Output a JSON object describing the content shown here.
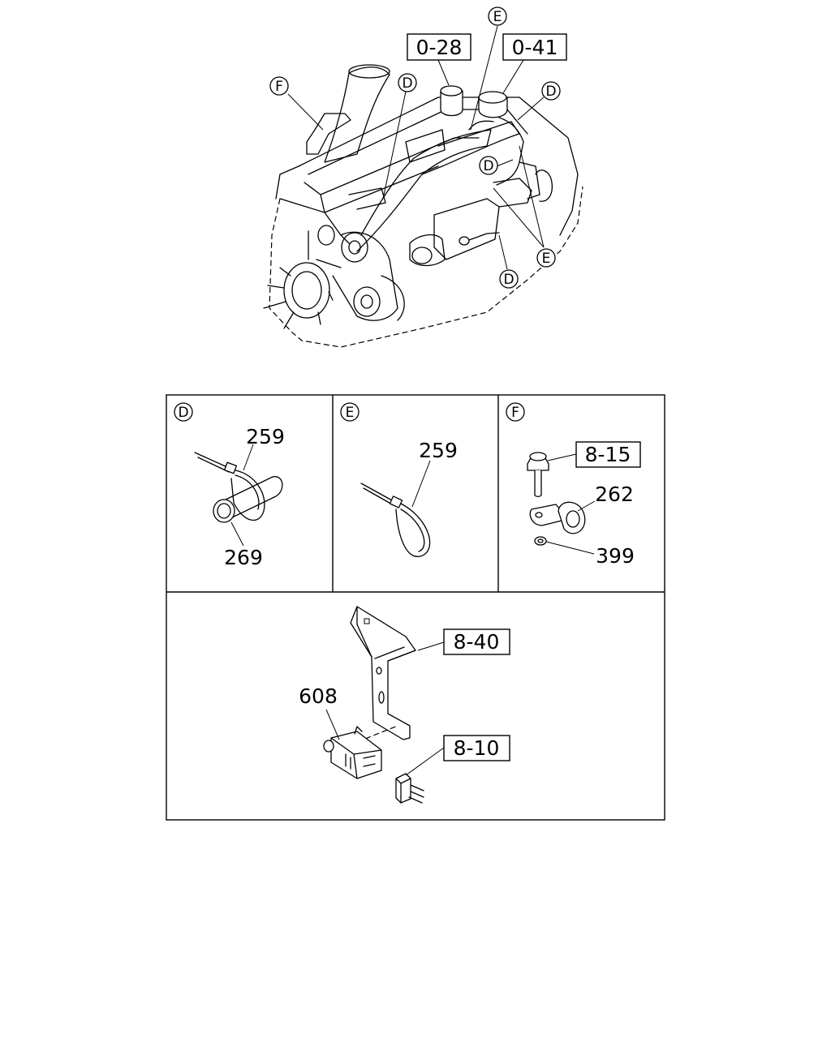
{
  "overview": {
    "refs": {
      "r028": "0-28",
      "r041": "0-41"
    },
    "markers": {
      "f_top": "F",
      "d_top": "D",
      "e_top": "E",
      "d_right": "D",
      "d_mid": "D",
      "e_bottom": "E",
      "d_bottom": "D"
    }
  },
  "detail_panels": {
    "d": {
      "marker": "D",
      "part_tie": "259",
      "part_pipe": "269"
    },
    "e": {
      "marker": "E",
      "part_tie": "259"
    },
    "f": {
      "marker": "F",
      "ref_bolt": "8-15",
      "part_clip": "262",
      "part_nut": "399"
    },
    "bottom": {
      "ref_bracket": "8-40",
      "part_sensor": "608",
      "ref_connector": "8-10"
    }
  }
}
